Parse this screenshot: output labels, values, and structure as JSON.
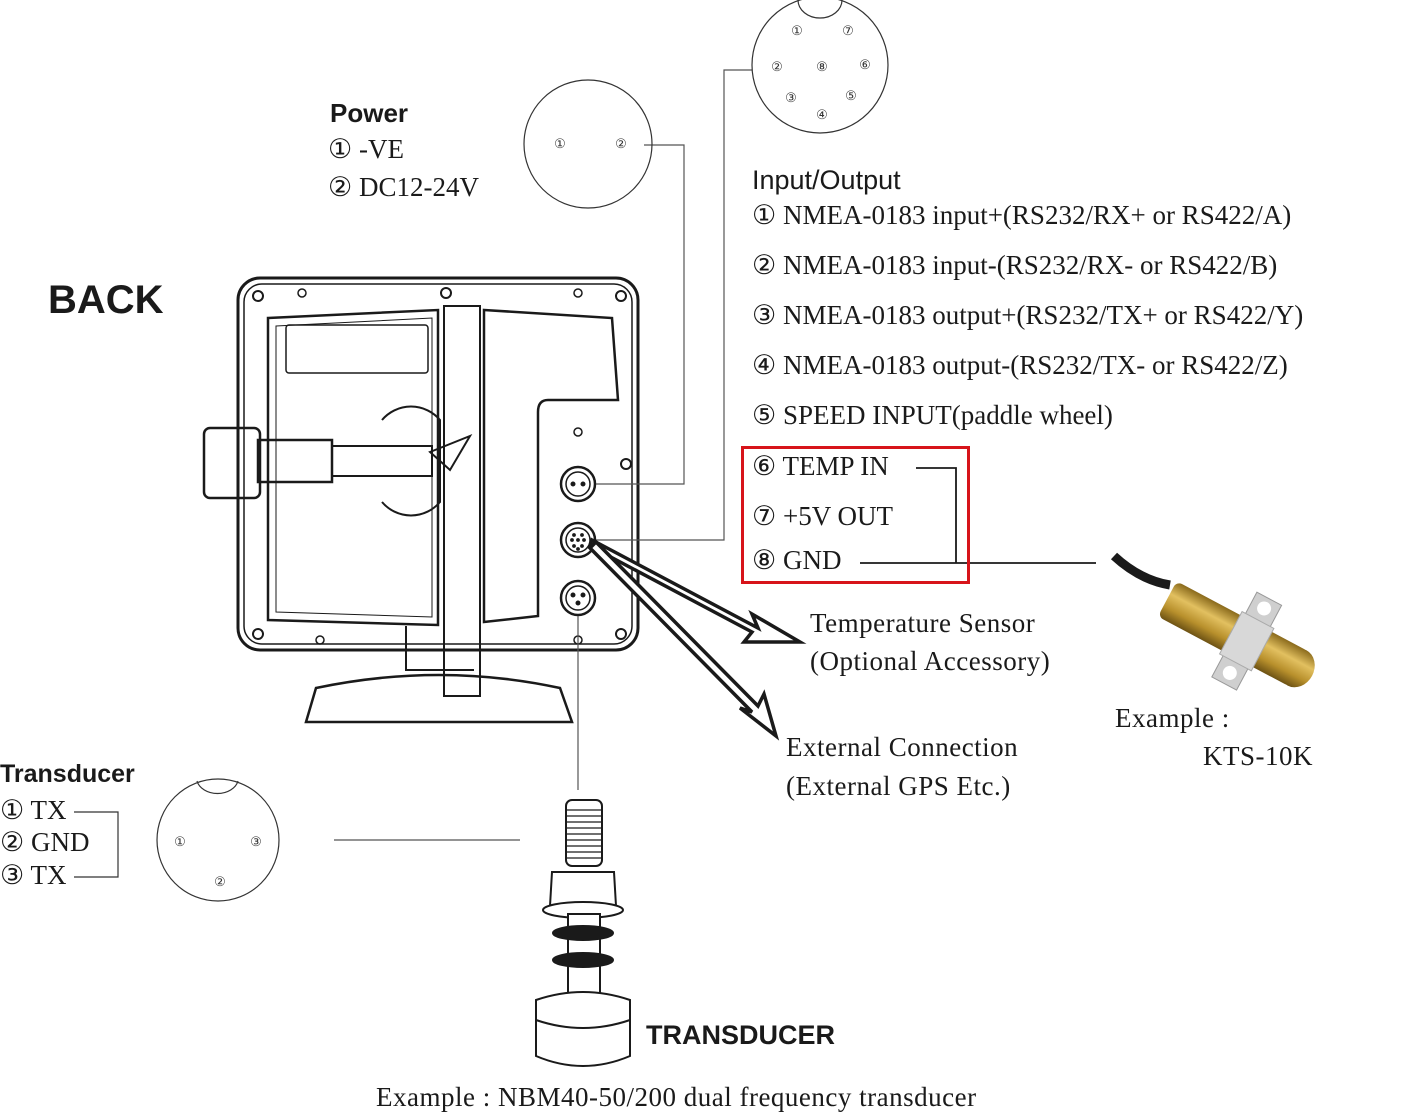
{
  "title": "BACK",
  "power": {
    "heading": "Power",
    "pins": [
      {
        "num": "①",
        "label": "-VE"
      },
      {
        "num": "②",
        "label": "DC12-24V"
      }
    ],
    "connector_pins": [
      "①",
      "②"
    ]
  },
  "io": {
    "heading": "Input/Output",
    "pins": [
      {
        "num": "①",
        "label": "NMEA-0183 input+(RS232/RX+ or RS422/A)"
      },
      {
        "num": "②",
        "label": "NMEA-0183 input-(RS232/RX- or RS422/B)"
      },
      {
        "num": "③",
        "label": "NMEA-0183 output+(RS232/TX+ or RS422/Y)"
      },
      {
        "num": "④",
        "label": "NMEA-0183 output-(RS232/TX- or RS422/Z)"
      },
      {
        "num": "⑤",
        "label": "SPEED INPUT(paddle wheel)"
      },
      {
        "num": "⑥",
        "label": "TEMP IN"
      },
      {
        "num": "⑦",
        "label": "+5V OUT"
      },
      {
        "num": "⑧",
        "label": "GND"
      }
    ],
    "connector_pins": [
      "①",
      "②",
      "③",
      "④",
      "⑤",
      "⑥",
      "⑦",
      "⑧"
    ],
    "highlight_color": "#d7141a"
  },
  "transducer_pins": {
    "heading": "Transducer",
    "pins": [
      {
        "num": "①",
        "label": "TX"
      },
      {
        "num": "②",
        "label": "GND"
      },
      {
        "num": "③",
        "label": "TX"
      }
    ],
    "connector_pins": [
      "①",
      "②",
      "③"
    ]
  },
  "callouts": {
    "temp_sensor_line1": "Temperature Sensor",
    "temp_sensor_line2": "(Optional Accessory)",
    "external_line1": "External Connection",
    "external_line2": "(External GPS Etc.)"
  },
  "sensor_example": {
    "label": "Example :",
    "model": "KTS-10K",
    "colors": {
      "brass": "#b8902c",
      "clip": "#c9c9c9",
      "cable": "#1a1a1a"
    }
  },
  "transducer": {
    "label": "TRANSDUCER",
    "example": "Example : NBM40-50/200 dual frequency transducer"
  }
}
